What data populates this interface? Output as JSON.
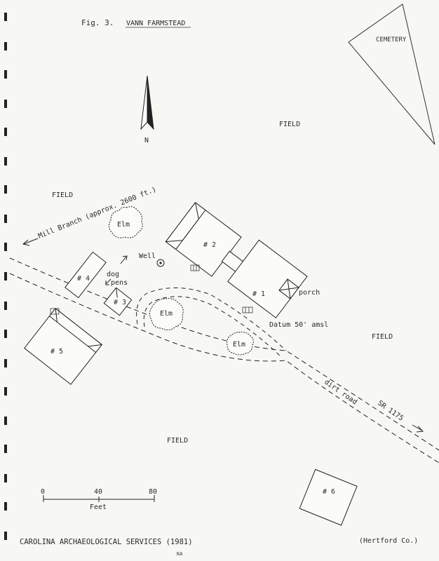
{
  "header": {
    "fig_number": "Fig. 3.",
    "title": "VANN FARMSTEAD"
  },
  "labels": {
    "cemetery": "CEMETERY",
    "field_north": "FIELD",
    "field_west": "FIELD",
    "field_east": "FIELD",
    "field_south": "FIELD",
    "north": "N",
    "mill_branch": "Mill Branch (approx. 2600 ft.)",
    "well": "Well",
    "dog_pens_1": "dog",
    "dog_pens_2": "pens",
    "porch": "porch",
    "datum": "Datum 50' amsl",
    "dirt_road": "dirt road",
    "sr_road": "SR 1175"
  },
  "buildings": {
    "b1": "# 1",
    "b2": "# 2",
    "b3": "# 3",
    "b4": "# 4",
    "b5": "# 5",
    "b6": "# 6"
  },
  "trees": {
    "t1": "Elm",
    "t2": "Elm",
    "t3": "Elm"
  },
  "scale": {
    "tick0": "0",
    "tick40": "40",
    "tick80": "80",
    "unit": "Feet"
  },
  "footer": {
    "credit": "CAROLINA ARCHAEOLOGICAL SERVICES (1981)",
    "county": "(Hertford Co.)",
    "initials": "KA"
  }
}
